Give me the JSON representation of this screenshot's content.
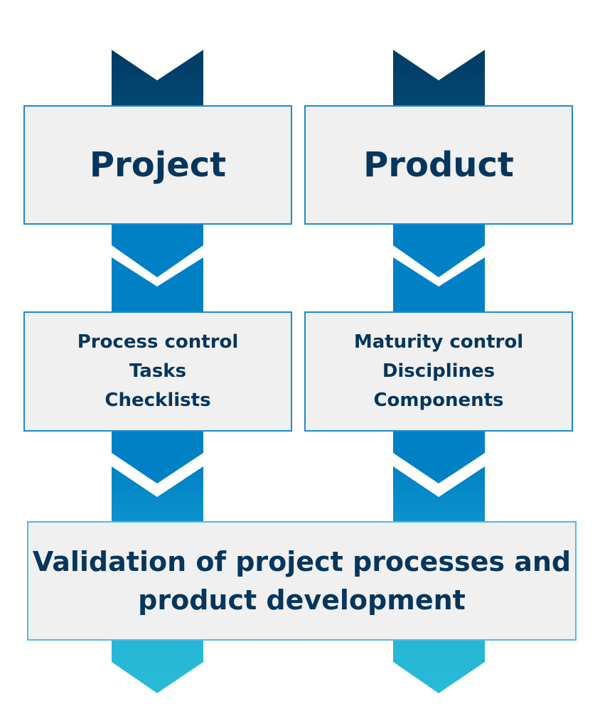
{
  "columns": [
    {
      "title": "Project",
      "items": [
        "Process control",
        "Tasks",
        "Checklists"
      ]
    },
    {
      "title": "Product",
      "items": [
        "Maturity control",
        "Disciplines",
        "Components"
      ]
    }
  ],
  "result": {
    "lines": [
      "Validation of project processes and",
      "product development"
    ]
  },
  "colors": {
    "navy": "#023b62",
    "blue": "#0081c5",
    "cyan": "#28bad7",
    "box_fill": "#f0f0f0",
    "text": "#06365c"
  }
}
